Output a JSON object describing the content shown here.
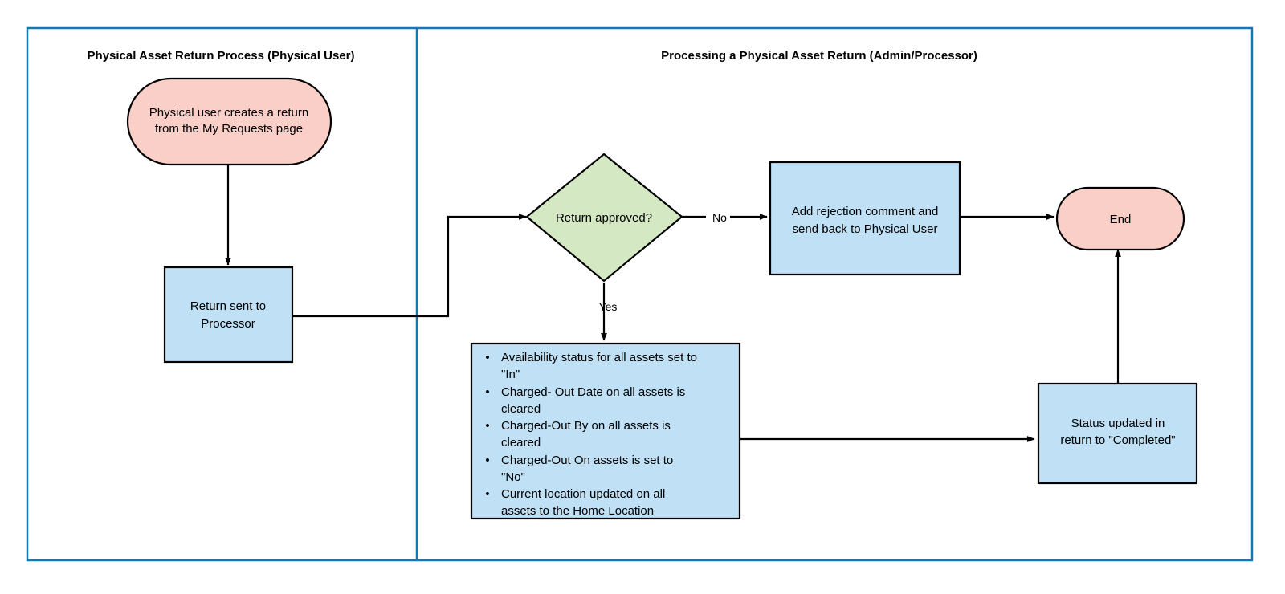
{
  "diagram": {
    "type": "flowchart",
    "background_color": "#ffffff",
    "border_color": "#1278b8",
    "colors": {
      "terminator_fill": "#f9cfc8",
      "process_fill": "#bfe0f5",
      "decision_fill": "#d4e8c4",
      "stroke": "#000000",
      "lane_border": "#1278b8"
    }
  },
  "lanes": [
    {
      "id": "lane-user",
      "title": "Physical Asset Return Process (Physical User)"
    },
    {
      "id": "lane-admin",
      "title": "Processing a Physical Asset Return (Admin/Processor)"
    }
  ],
  "nodes": {
    "start": {
      "kind": "terminator",
      "lines": [
        "Physical user creates a return",
        "from the My Requests page"
      ]
    },
    "return_sent": {
      "kind": "process",
      "lines": [
        "Return sent to",
        "Processor"
      ]
    },
    "decision": {
      "kind": "decision",
      "lines": [
        "Return approved?"
      ]
    },
    "rejection": {
      "kind": "process",
      "lines": [
        "Add rejection comment and",
        "send back to Physical User"
      ]
    },
    "end": {
      "kind": "terminator",
      "lines": [
        "End"
      ]
    },
    "asset_updates": {
      "kind": "process-list",
      "bullet_char": "•",
      "bullets": [
        [
          "Availability status for all assets set to",
          "\"In\""
        ],
        [
          "Charged- Out Date on all assets is",
          "cleared"
        ],
        [
          "Charged-Out By on all assets is",
          "cleared"
        ],
        [
          "Charged-Out On assets  is set to",
          "\"No\""
        ],
        [
          "Current location updated on all",
          "assets to the Home Location"
        ]
      ]
    },
    "status_updated": {
      "kind": "process",
      "lines": [
        "Status updated in",
        "return to \"Completed\""
      ]
    }
  },
  "edges": [
    {
      "id": "start-to-return-sent",
      "from": "start",
      "to": "return_sent",
      "label": ""
    },
    {
      "id": "return-sent-to-decision",
      "from": "return_sent",
      "to": "decision",
      "label": ""
    },
    {
      "id": "decision-to-rejection",
      "from": "decision",
      "to": "rejection",
      "label": "No"
    },
    {
      "id": "decision-to-asset-updates",
      "from": "decision",
      "to": "asset_updates",
      "label": "Yes"
    },
    {
      "id": "rejection-to-end",
      "from": "rejection",
      "to": "end",
      "label": ""
    },
    {
      "id": "asset-updates-to-status",
      "from": "asset_updates",
      "to": "status_updated",
      "label": ""
    },
    {
      "id": "status-to-end",
      "from": "status_updated",
      "to": "end",
      "label": ""
    }
  ]
}
